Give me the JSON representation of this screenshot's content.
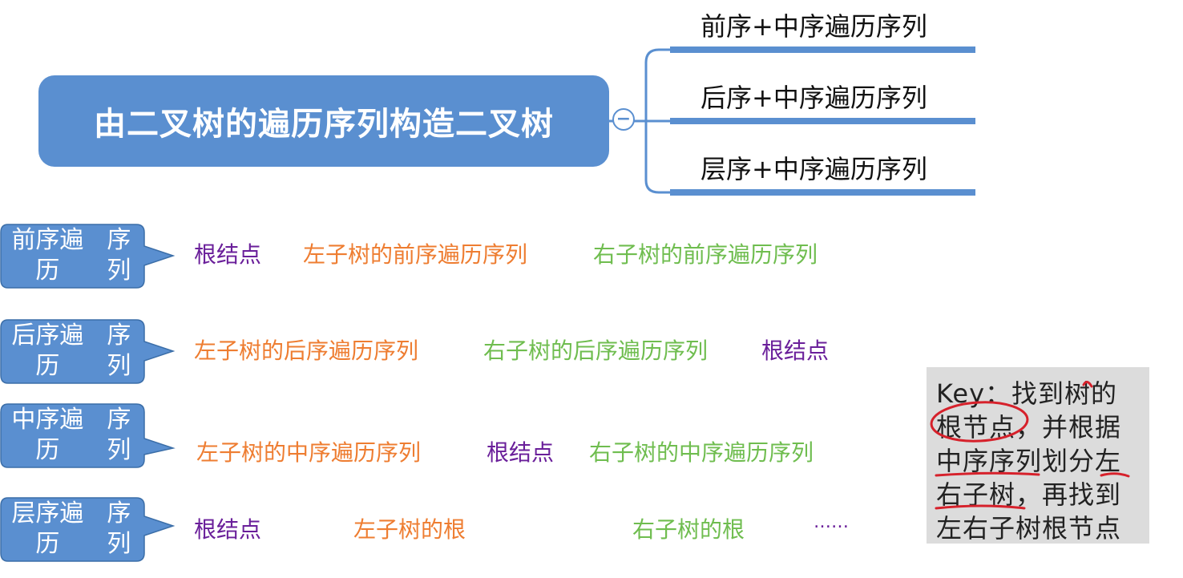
{
  "mindmap": {
    "main_title": "由二叉树的遍历序列构造二叉树",
    "collapse_symbol": "−",
    "branches": [
      {
        "label": "前序+中序遍历序列"
      },
      {
        "label": "后序+中序遍历序列"
      },
      {
        "label": "层序+中序遍历序列"
      }
    ],
    "colors": {
      "node": "#5a8fd0",
      "text": "#ffffff"
    }
  },
  "rows": [
    {
      "callout": [
        "前序遍历",
        "序列"
      ],
      "items": [
        {
          "text": "根结点",
          "color": "purple"
        },
        {
          "text": "左子树的前序遍历序列",
          "color": "orange"
        },
        {
          "text": "右子树的前序遍历序列",
          "color": "green"
        }
      ]
    },
    {
      "callout": [
        "后序遍历",
        "序列"
      ],
      "items": [
        {
          "text": "左子树的后序遍历序列",
          "color": "orange"
        },
        {
          "text": "右子树的后序遍历序列",
          "color": "green"
        },
        {
          "text": "根结点",
          "color": "purple"
        }
      ]
    },
    {
      "callout": [
        "中序遍历",
        "序列"
      ],
      "items": [
        {
          "text": "左子树的中序遍历序列",
          "color": "orange"
        },
        {
          "text": "根结点",
          "color": "purple"
        },
        {
          "text": "右子树的中序遍历序列",
          "color": "green"
        }
      ]
    },
    {
      "callout": [
        "层序遍历",
        "序列"
      ],
      "items": [
        {
          "text": "根结点",
          "color": "purple"
        },
        {
          "text": "左子树的根",
          "color": "orange"
        },
        {
          "text": "右子树的根",
          "color": "green"
        },
        {
          "text": "……",
          "color": "purple"
        }
      ]
    }
  ],
  "key": {
    "lines": [
      "Key：找到树的",
      "根节点，并根据",
      "中序序列划分左",
      "右子树，再找到",
      "左右子树根节点"
    ],
    "background": "#dcdcdc",
    "annotation_color": "#d6212b"
  },
  "palette": {
    "purple": "#6a1f9a",
    "orange": "#ee7d31",
    "green": "#6fbd4f",
    "callout_fill": "#5a8fd0"
  }
}
